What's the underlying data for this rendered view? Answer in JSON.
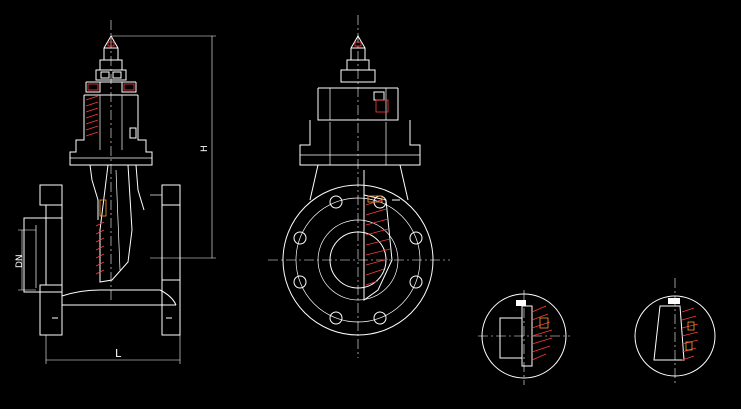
{
  "drawing": {
    "background": "#000000",
    "line_color": "#ffffff",
    "hatch_color": "#ff3b3b",
    "accent_color": "#ff9a2a",
    "labels": {
      "height_dim": "H",
      "diameter_dim": "DN",
      "length_dim": "L"
    }
  }
}
